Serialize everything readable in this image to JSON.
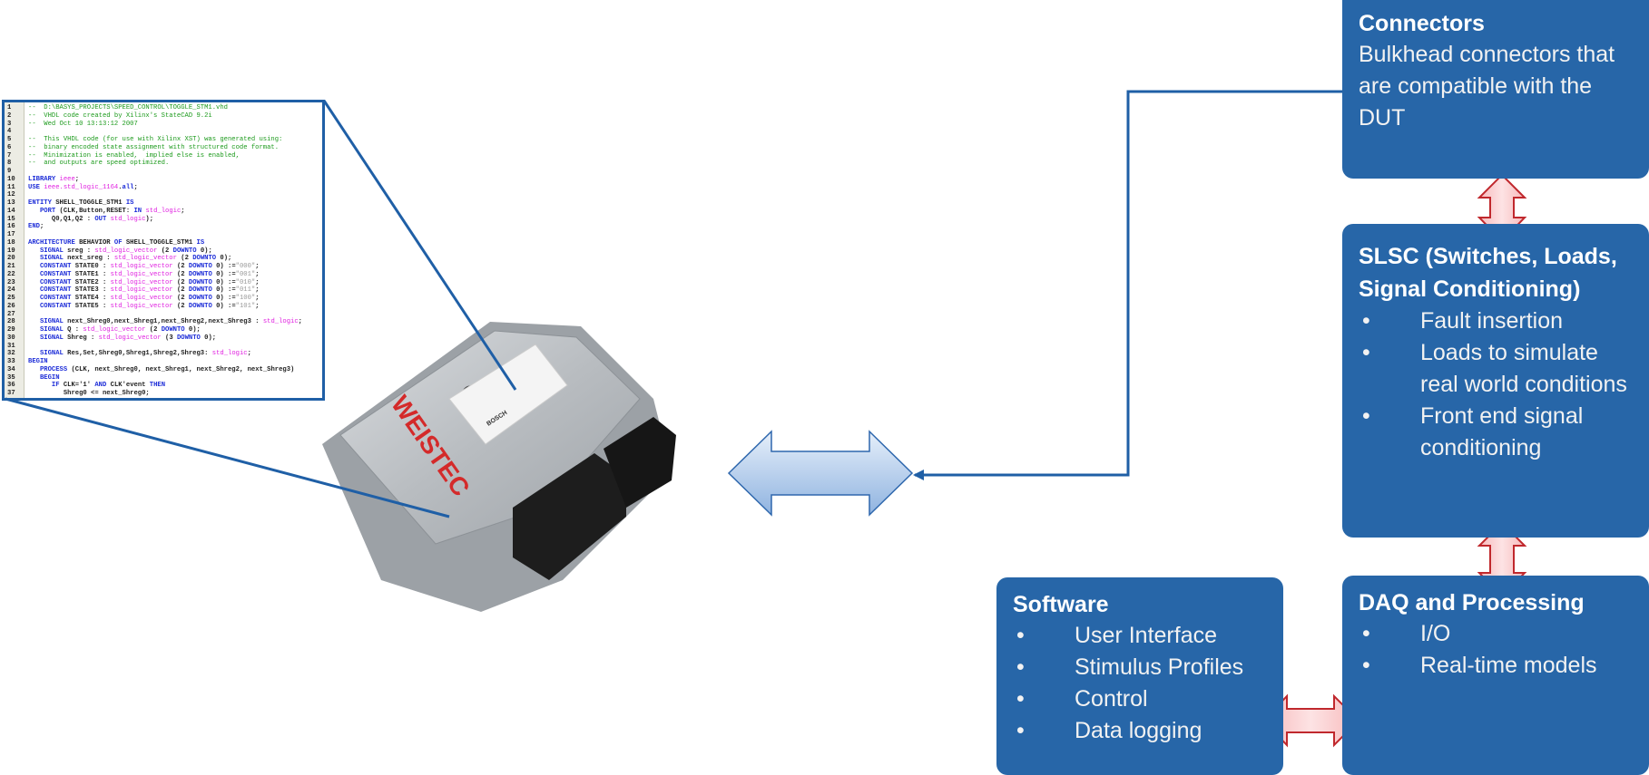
{
  "code": {
    "lines": [
      [
        [
          "c",
          "--  D:\\BASYS_PROJECTS\\SPEED_CONTROL\\TOGGLE_STM1.vhd"
        ]
      ],
      [
        [
          "c",
          "--  VHDL code created by Xilinx's StateCAD 9.2i"
        ]
      ],
      [
        [
          "c",
          "--  Wed Oct 10 13:13:12 2007"
        ]
      ],
      [],
      [
        [
          "c",
          "--  This VHDL code (for use with Xilinx XST) was generated using:"
        ]
      ],
      [
        [
          "c",
          "--  binary encoded state assignment with structured code format."
        ]
      ],
      [
        [
          "c",
          "--  Minimization is enabled,  implied else is enabled,"
        ]
      ],
      [
        [
          "c",
          "--  and outputs are speed optimized."
        ]
      ],
      [],
      [
        [
          "k",
          "LIBRARY "
        ],
        [
          "t",
          "ieee"
        ],
        [
          "n",
          ";"
        ]
      ],
      [
        [
          "k",
          "USE "
        ],
        [
          "t",
          "ieee.std_logic_1164"
        ],
        [
          "n",
          "."
        ],
        [
          "k",
          "all"
        ],
        [
          "n",
          ";"
        ]
      ],
      [],
      [
        [
          "k",
          "ENTITY "
        ],
        [
          "n",
          "SHELL_TOGGLE_STM1 "
        ],
        [
          "k",
          "IS"
        ]
      ],
      [
        [
          "n",
          "   "
        ],
        [
          "k",
          "PORT "
        ],
        [
          "n",
          "(CLK,Button,RESET: "
        ],
        [
          "k",
          "IN "
        ],
        [
          "t",
          "std_logic"
        ],
        [
          "n",
          ";"
        ]
      ],
      [
        [
          "n",
          "      Q0,Q1,Q2 : "
        ],
        [
          "k",
          "OUT "
        ],
        [
          "t",
          "std_logic"
        ],
        [
          "n",
          ");"
        ]
      ],
      [
        [
          "k",
          "END"
        ],
        [
          "n",
          ";"
        ]
      ],
      [],
      [
        [
          "k",
          "ARCHITECTURE "
        ],
        [
          "n",
          "BEHAVIOR "
        ],
        [
          "k",
          "OF "
        ],
        [
          "n",
          "SHELL_TOGGLE_STM1 "
        ],
        [
          "k",
          "IS"
        ]
      ],
      [
        [
          "n",
          "   "
        ],
        [
          "k",
          "SIGNAL "
        ],
        [
          "n",
          "sreg : "
        ],
        [
          "t",
          "std_logic_vector "
        ],
        [
          "n",
          "(2 "
        ],
        [
          "k",
          "DOWNTO "
        ],
        [
          "n",
          "0);"
        ]
      ],
      [
        [
          "n",
          "   "
        ],
        [
          "k",
          "SIGNAL "
        ],
        [
          "n",
          "next_sreg : "
        ],
        [
          "t",
          "std_logic_vector "
        ],
        [
          "n",
          "(2 "
        ],
        [
          "k",
          "DOWNTO "
        ],
        [
          "n",
          "0);"
        ]
      ],
      [
        [
          "n",
          "   "
        ],
        [
          "k",
          "CONSTANT "
        ],
        [
          "n",
          "STATE0 : "
        ],
        [
          "t",
          "std_logic_vector "
        ],
        [
          "n",
          "(2 "
        ],
        [
          "k",
          "DOWNTO "
        ],
        [
          "n",
          "0) :="
        ],
        [
          "s",
          "\"000\""
        ],
        [
          "n",
          ";"
        ]
      ],
      [
        [
          "n",
          "   "
        ],
        [
          "k",
          "CONSTANT "
        ],
        [
          "n",
          "STATE1 : "
        ],
        [
          "t",
          "std_logic_vector "
        ],
        [
          "n",
          "(2 "
        ],
        [
          "k",
          "DOWNTO "
        ],
        [
          "n",
          "0) :="
        ],
        [
          "s",
          "\"001\""
        ],
        [
          "n",
          ";"
        ]
      ],
      [
        [
          "n",
          "   "
        ],
        [
          "k",
          "CONSTANT "
        ],
        [
          "n",
          "STATE2 : "
        ],
        [
          "t",
          "std_logic_vector "
        ],
        [
          "n",
          "(2 "
        ],
        [
          "k",
          "DOWNTO "
        ],
        [
          "n",
          "0) :="
        ],
        [
          "s",
          "\"010\""
        ],
        [
          "n",
          ";"
        ]
      ],
      [
        [
          "n",
          "   "
        ],
        [
          "k",
          "CONSTANT "
        ],
        [
          "n",
          "STATE3 : "
        ],
        [
          "t",
          "std_logic_vector "
        ],
        [
          "n",
          "(2 "
        ],
        [
          "k",
          "DOWNTO "
        ],
        [
          "n",
          "0) :="
        ],
        [
          "s",
          "\"011\""
        ],
        [
          "n",
          ";"
        ]
      ],
      [
        [
          "n",
          "   "
        ],
        [
          "k",
          "CONSTANT "
        ],
        [
          "n",
          "STATE4 : "
        ],
        [
          "t",
          "std_logic_vector "
        ],
        [
          "n",
          "(2 "
        ],
        [
          "k",
          "DOWNTO "
        ],
        [
          "n",
          "0) :="
        ],
        [
          "s",
          "\"100\""
        ],
        [
          "n",
          ";"
        ]
      ],
      [
        [
          "n",
          "   "
        ],
        [
          "k",
          "CONSTANT "
        ],
        [
          "n",
          "STATE5 : "
        ],
        [
          "t",
          "std_logic_vector "
        ],
        [
          "n",
          "(2 "
        ],
        [
          "k",
          "DOWNTO "
        ],
        [
          "n",
          "0) :="
        ],
        [
          "s",
          "\"101\""
        ],
        [
          "n",
          ";"
        ]
      ],
      [],
      [
        [
          "n",
          "   "
        ],
        [
          "k",
          "SIGNAL "
        ],
        [
          "n",
          "next_Shreg0,next_Shreg1,next_Shreg2,next_Shreg3 : "
        ],
        [
          "t",
          "std_logic"
        ],
        [
          "n",
          ";"
        ]
      ],
      [
        [
          "n",
          "   "
        ],
        [
          "k",
          "SIGNAL "
        ],
        [
          "n",
          "Q : "
        ],
        [
          "t",
          "std_logic_vector "
        ],
        [
          "n",
          "(2 "
        ],
        [
          "k",
          "DOWNTO "
        ],
        [
          "n",
          "0);"
        ]
      ],
      [
        [
          "n",
          "   "
        ],
        [
          "k",
          "SIGNAL "
        ],
        [
          "n",
          "Shreg : "
        ],
        [
          "t",
          "std_logic_vector "
        ],
        [
          "n",
          "(3 "
        ],
        [
          "k",
          "DOWNTO "
        ],
        [
          "n",
          "0);"
        ]
      ],
      [],
      [
        [
          "n",
          "   "
        ],
        [
          "k",
          "SIGNAL "
        ],
        [
          "n",
          "Res,Set,Shreg0,Shreg1,Shreg2,Shreg3: "
        ],
        [
          "t",
          "std_logic"
        ],
        [
          "n",
          ";"
        ]
      ],
      [
        [
          "k",
          "BEGIN"
        ]
      ],
      [
        [
          "n",
          "   "
        ],
        [
          "k",
          "PROCESS "
        ],
        [
          "n",
          "(CLK, next_Shreg0, next_Shreg1, next_Shreg2, next_Shreg3)"
        ]
      ],
      [
        [
          "n",
          "   "
        ],
        [
          "k",
          "BEGIN"
        ]
      ],
      [
        [
          "n",
          "      "
        ],
        [
          "k",
          "IF "
        ],
        [
          "n",
          "CLK='1' "
        ],
        [
          "k",
          "AND "
        ],
        [
          "n",
          "CLK'event "
        ],
        [
          "k",
          "THEN"
        ]
      ],
      [
        [
          "n",
          "         Shreg0 <= next_Shreg0;"
        ]
      ]
    ]
  },
  "ecu": {
    "brand": "WEISTEC",
    "label_maker": "BOSCH"
  },
  "boxes": {
    "connectors": {
      "title": "Connectors",
      "body": "Bulkhead connectors that are compatible with the DUT"
    },
    "slsc": {
      "title": "SLSC (Switches, Loads, Signal Conditioning)",
      "items": [
        "Fault insertion",
        "Loads to simulate real world conditions",
        "Front end signal conditioning"
      ]
    },
    "daq": {
      "title": "DAQ and Processing",
      "items": [
        "I/O",
        "Real-time models"
      ]
    },
    "software": {
      "title": "Software",
      "items": [
        "User Interface",
        "Stimulus Profiles",
        "Control",
        "Data logging"
      ]
    }
  },
  "colors": {
    "box": "#2766a8",
    "line": "#1f5fa6",
    "red_arrow": "#c0282d",
    "blue_arrow": "#a9c6ea"
  }
}
